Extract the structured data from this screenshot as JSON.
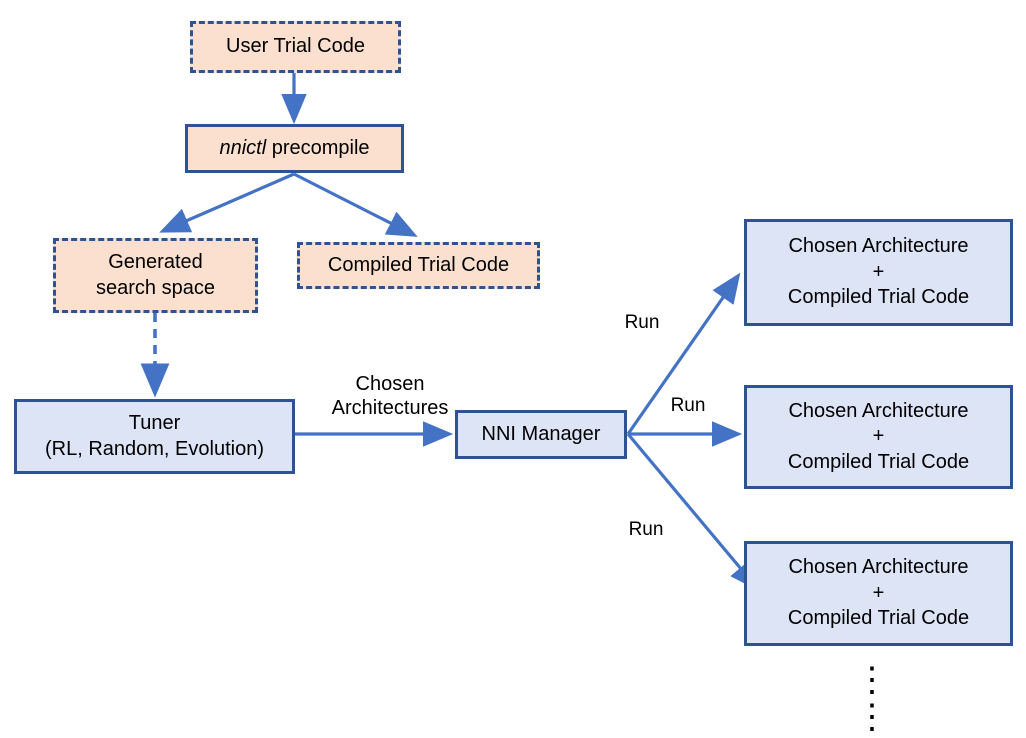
{
  "diagram": {
    "title": "NNI precompile NAS workflow",
    "colors": {
      "peach_fill": "#FBE0D0",
      "blue_fill": "#DCE4F6",
      "border_navy": "#2E5395",
      "arrow_blue": "#4472C4",
      "text": "#000000",
      "background": "#FFFFFF"
    },
    "nodes": {
      "user_trial_code": {
        "label": "User Trial Code",
        "style": "dashed-peach"
      },
      "nnictl_precompile": {
        "label_italic": "nnictl",
        "label_rest": " precompile",
        "style": "solid-peach"
      },
      "generated_search_space": {
        "line1": "Generated",
        "line2": "search space",
        "style": "dashed-peach"
      },
      "compiled_trial_code": {
        "label": "Compiled Trial Code",
        "style": "dashed-peach"
      },
      "tuner": {
        "line1": "Tuner",
        "line2": "(RL, Random, Evolution)",
        "style": "solid-blue"
      },
      "nni_manager": {
        "label": "NNI Manager",
        "style": "solid-blue"
      },
      "trial_1": {
        "line1": "Chosen Architecture",
        "line2": "+",
        "line3": "Compiled Trial Code",
        "style": "solid-blue"
      },
      "trial_2": {
        "line1": "Chosen Architecture",
        "line2": "+",
        "line3": "Compiled Trial Code",
        "style": "solid-blue"
      },
      "trial_3": {
        "line1": "Chosen Architecture",
        "line2": "+",
        "line3": "Compiled Trial Code",
        "style": "solid-blue"
      }
    },
    "edge_labels": {
      "chosen_architectures": "Chosen\nArchitectures",
      "run_1": "Run",
      "run_2": "Run",
      "run_3": "Run"
    },
    "continuation": {
      "ellipsis_upper": "⋮",
      "ellipsis_lower": "⋮"
    }
  }
}
